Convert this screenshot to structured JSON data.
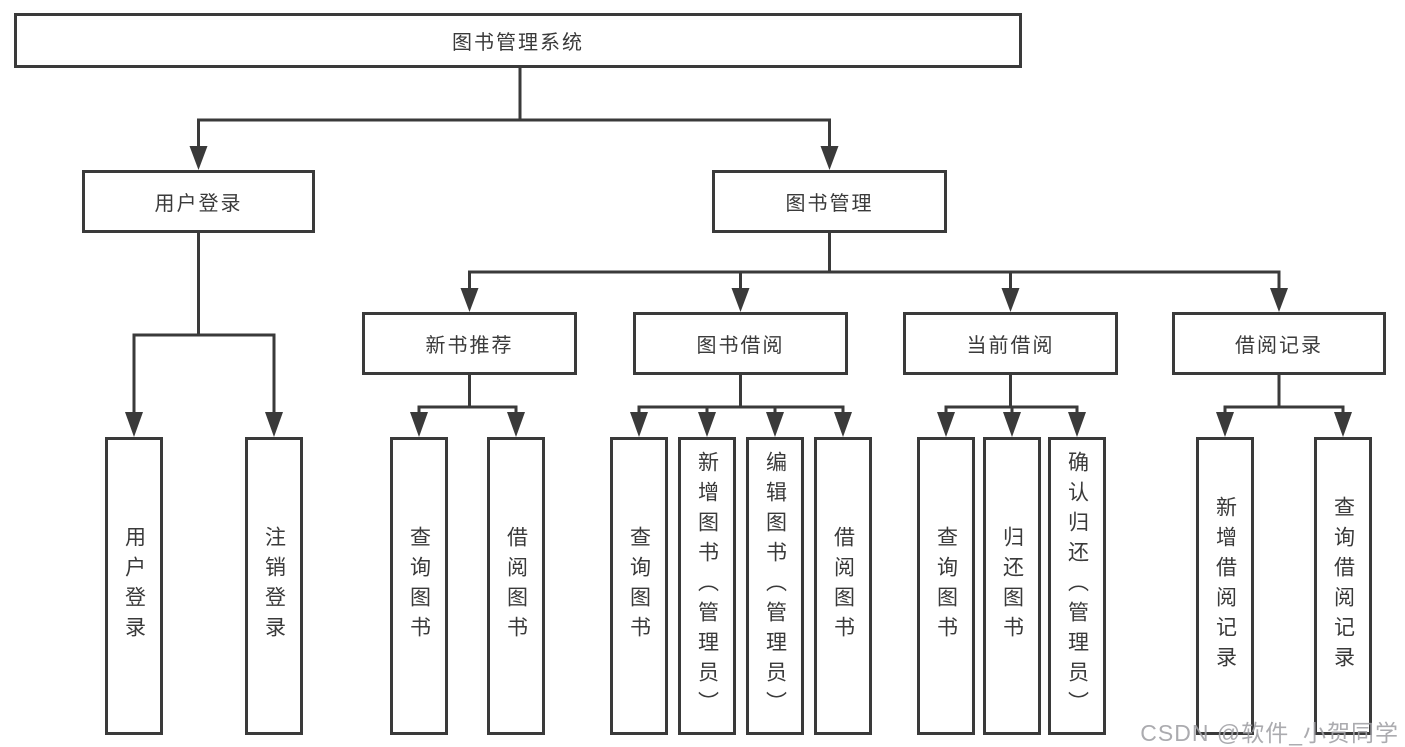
{
  "diagram": {
    "root": {
      "label": "图书管理系统"
    },
    "level2": [
      {
        "label": "用户登录"
      },
      {
        "label": "图书管理"
      }
    ],
    "level3": [
      {
        "label": "新书推荐"
      },
      {
        "label": "图书借阅"
      },
      {
        "label": "当前借阅"
      },
      {
        "label": "借阅记录"
      }
    ],
    "leaves": [
      {
        "label": "用户登录"
      },
      {
        "label": "注销登录"
      },
      {
        "label": "查询图书"
      },
      {
        "label": "借阅图书"
      },
      {
        "label": "查询图书"
      },
      {
        "label": "新增图书（管理员）"
      },
      {
        "label": "编辑图书（管理员）"
      },
      {
        "label": "借阅图书"
      },
      {
        "label": "查询图书"
      },
      {
        "label": "归还图书"
      },
      {
        "label": "确认归还（管理员）"
      },
      {
        "label": "新增借阅记录"
      },
      {
        "label": "查询借阅记录"
      }
    ],
    "watermark": "CSDN @软件_小贺同学",
    "colors": {
      "line": "#3a3a3a",
      "text": "#3a3a3a",
      "background": "#ffffff",
      "watermark": "#a2a2a6"
    }
  }
}
